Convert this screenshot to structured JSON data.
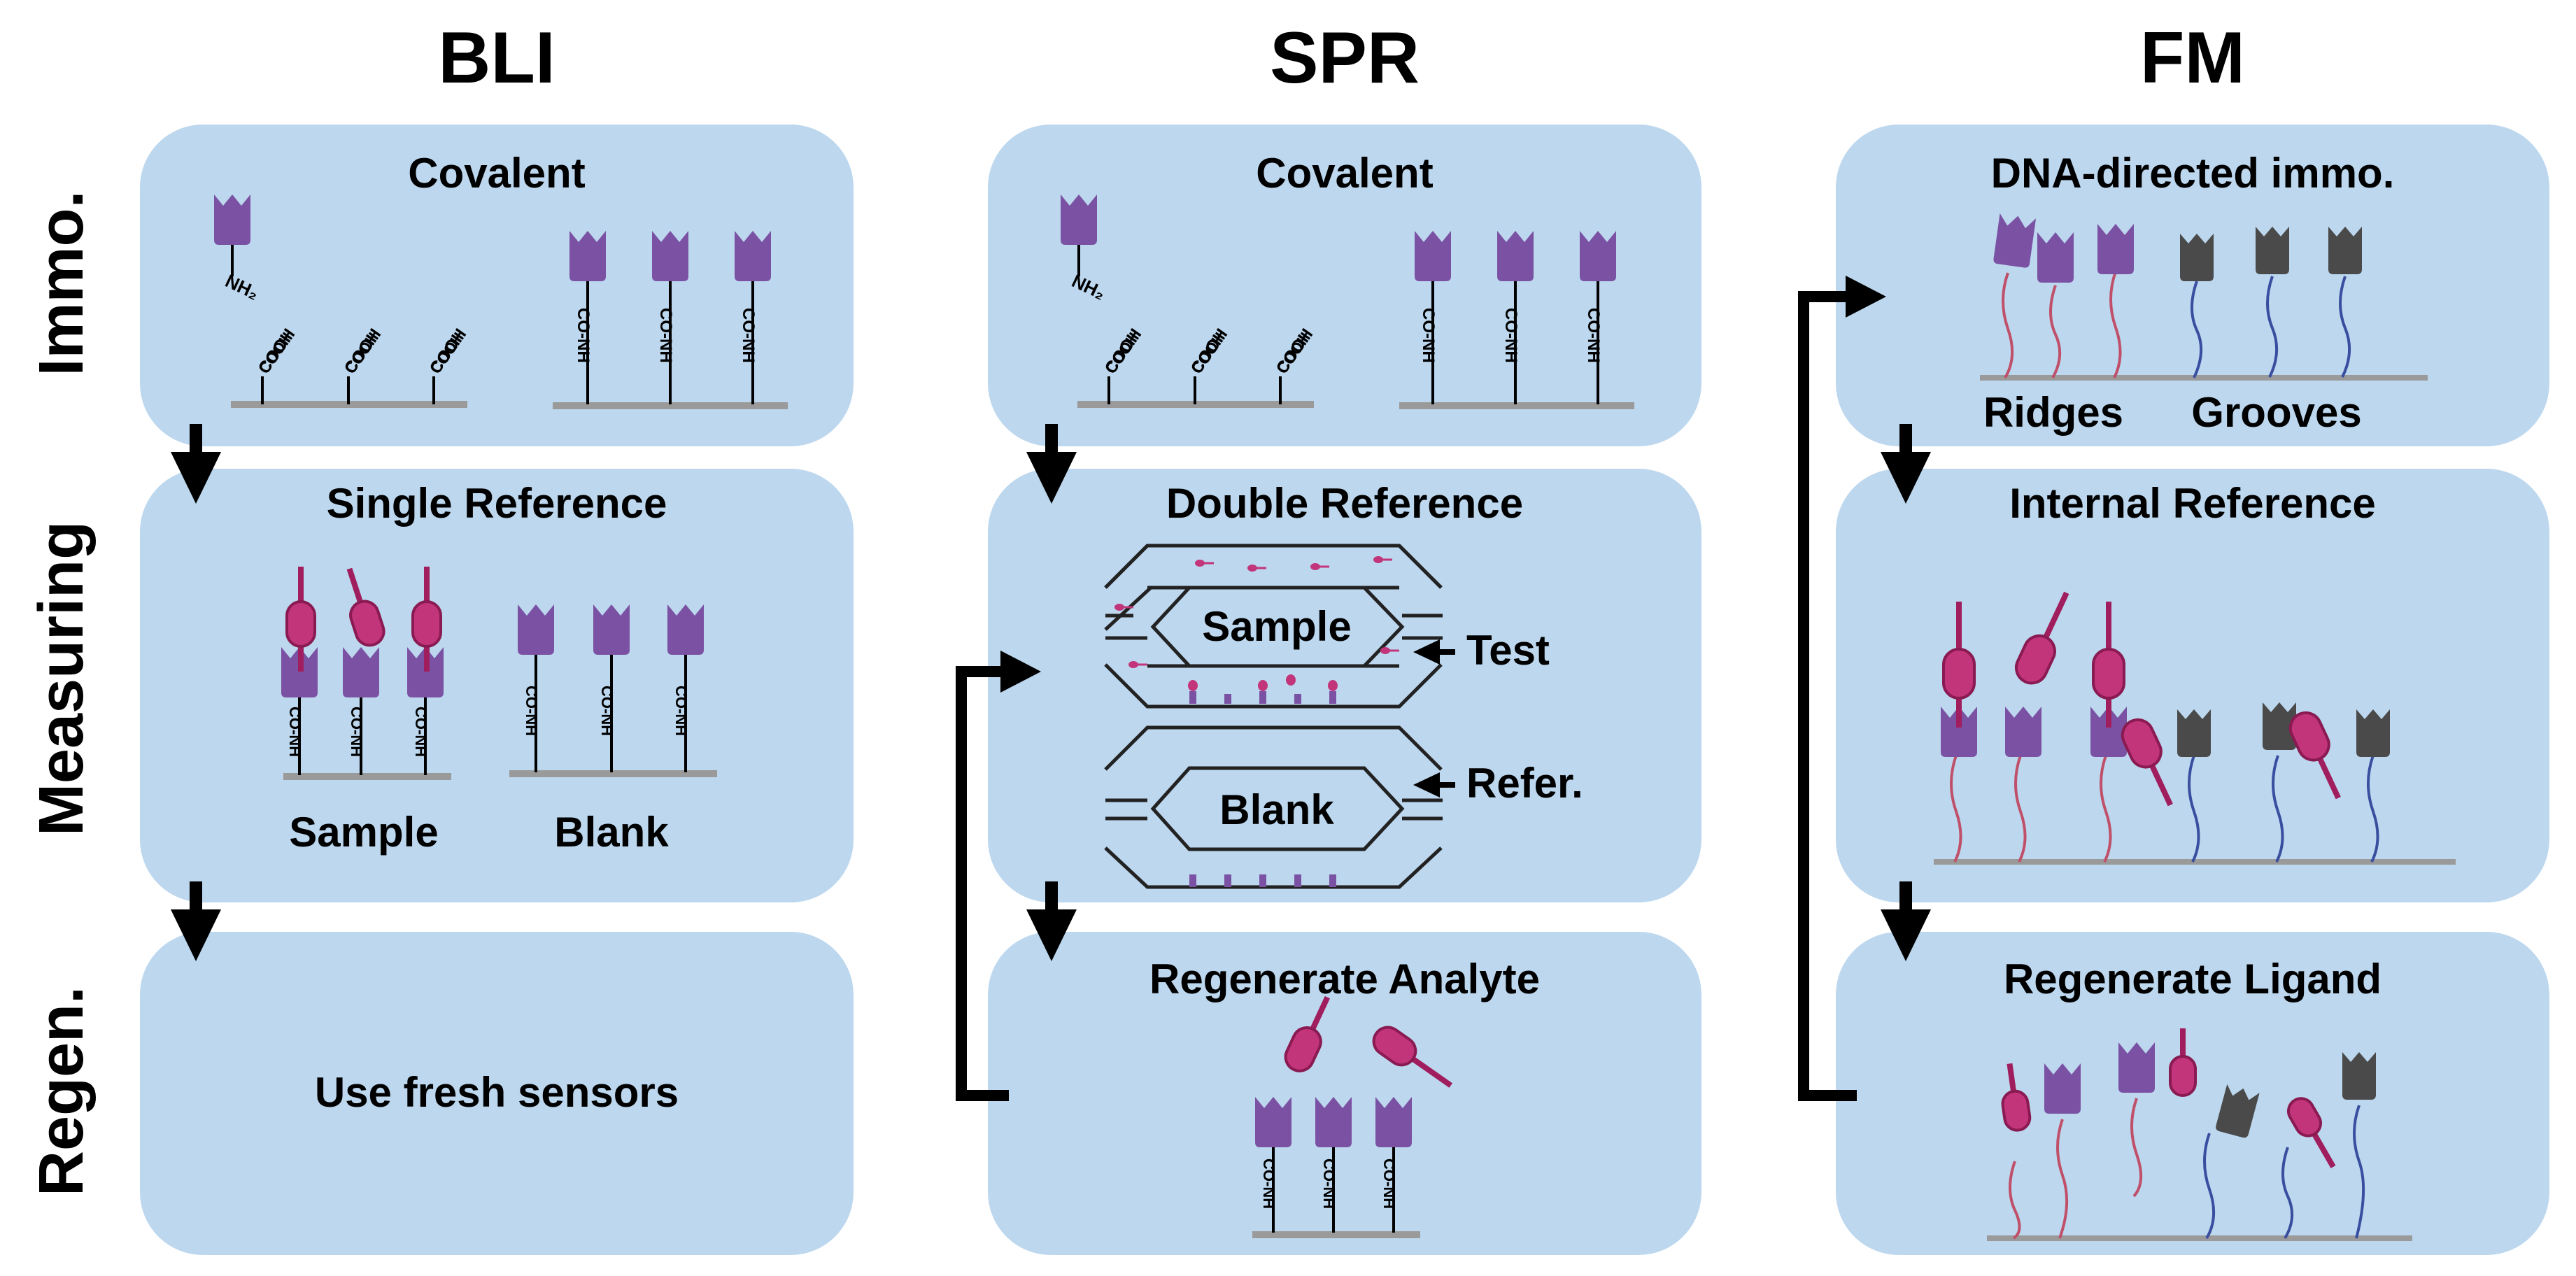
{
  "columns": {
    "bli": "BLI",
    "spr": "SPR",
    "fm": "FM"
  },
  "rows": {
    "immo": "Immo.",
    "measuring": "Measuring",
    "regen": "Regen."
  },
  "bli": {
    "immo_title": "Covalent",
    "measure_title": "Single Reference",
    "sample_label": "Sample",
    "blank_label": "Blank",
    "regen_text": "Use fresh sensors"
  },
  "spr": {
    "immo_title": "Covalent",
    "measure_title": "Double Reference",
    "sample_label": "Sample",
    "blank_label": "Blank",
    "test_label": "Test",
    "refer_label": "Refer.",
    "regen_title": "Regenerate Analyte"
  },
  "fm": {
    "immo_title": "DNA-directed immo.",
    "ridges_label": "Ridges",
    "grooves_label": "Grooves",
    "measure_title": "Internal Reference",
    "regen_title": "Regenerate Ligand"
  },
  "chem": {
    "nh2": "NH₂",
    "cooh": "COOH",
    "conh": "CO-NH"
  },
  "colors": {
    "panel": "#bcd7ee",
    "ligand": "#7b52a3",
    "analyte": "#c2357a",
    "analyte_dark": "#8a1a52",
    "grey_ligand": "#4a4a4a",
    "dna_red": "#c0506a",
    "dna_blue": "#3a4ea0",
    "surface": "#9a9a9a",
    "arrow": "#000000"
  }
}
